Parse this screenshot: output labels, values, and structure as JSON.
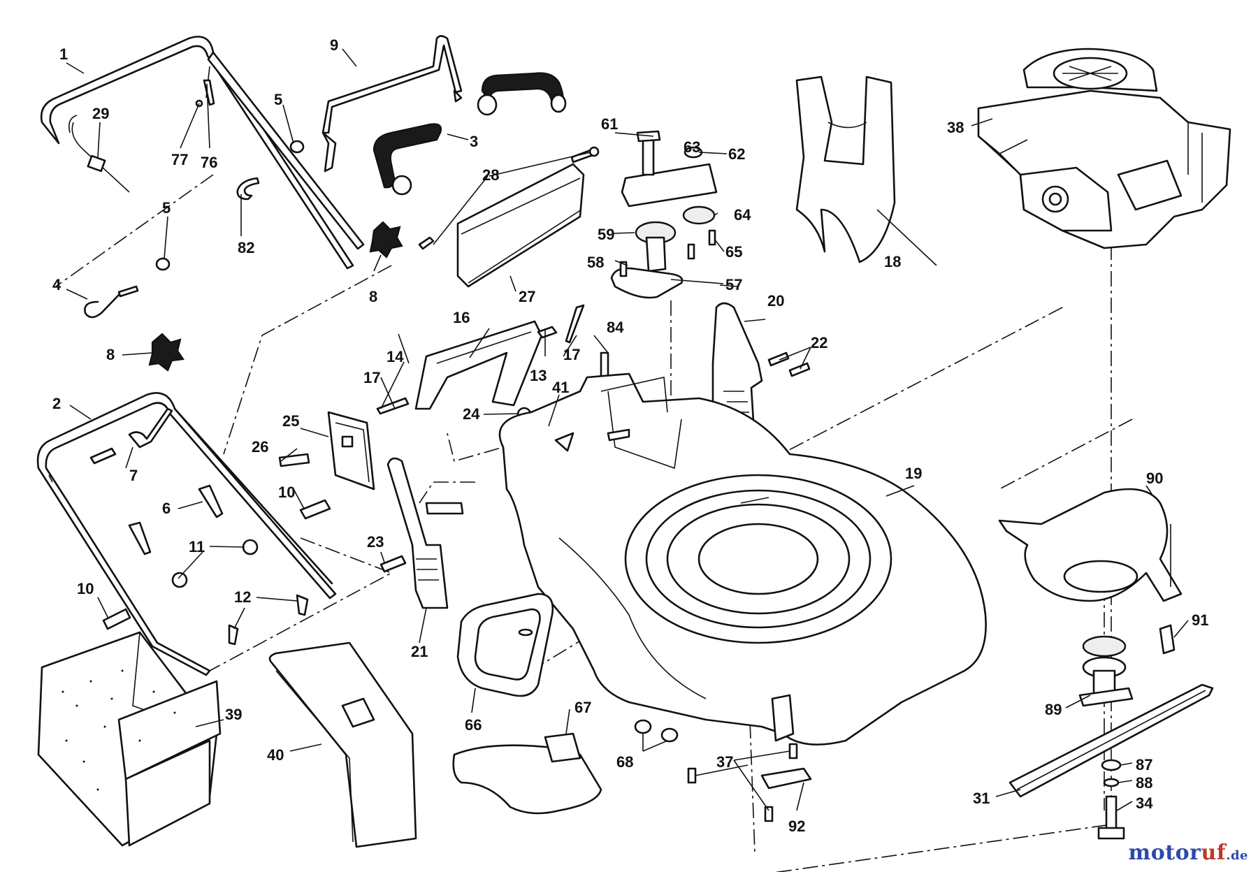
{
  "diagram": {
    "callouts": [
      "1",
      "2",
      "3",
      "4",
      "5",
      "5",
      "6",
      "7",
      "8",
      "8",
      "9",
      "10",
      "10",
      "11",
      "12",
      "13",
      "14",
      "16",
      "17",
      "17",
      "18",
      "19",
      "20",
      "21",
      "22",
      "23",
      "24",
      "25",
      "26",
      "27",
      "28",
      "29",
      "31",
      "34",
      "37",
      "38",
      "39",
      "40",
      "41",
      "57",
      "58",
      "59",
      "61",
      "62",
      "63",
      "64",
      "65",
      "66",
      "67",
      "68",
      "76",
      "77",
      "82",
      "84",
      "87",
      "88",
      "89",
      "90",
      "91",
      "92"
    ]
  },
  "watermark": {
    "part1": "motor",
    "part2": "uf",
    "part3": ".de"
  }
}
